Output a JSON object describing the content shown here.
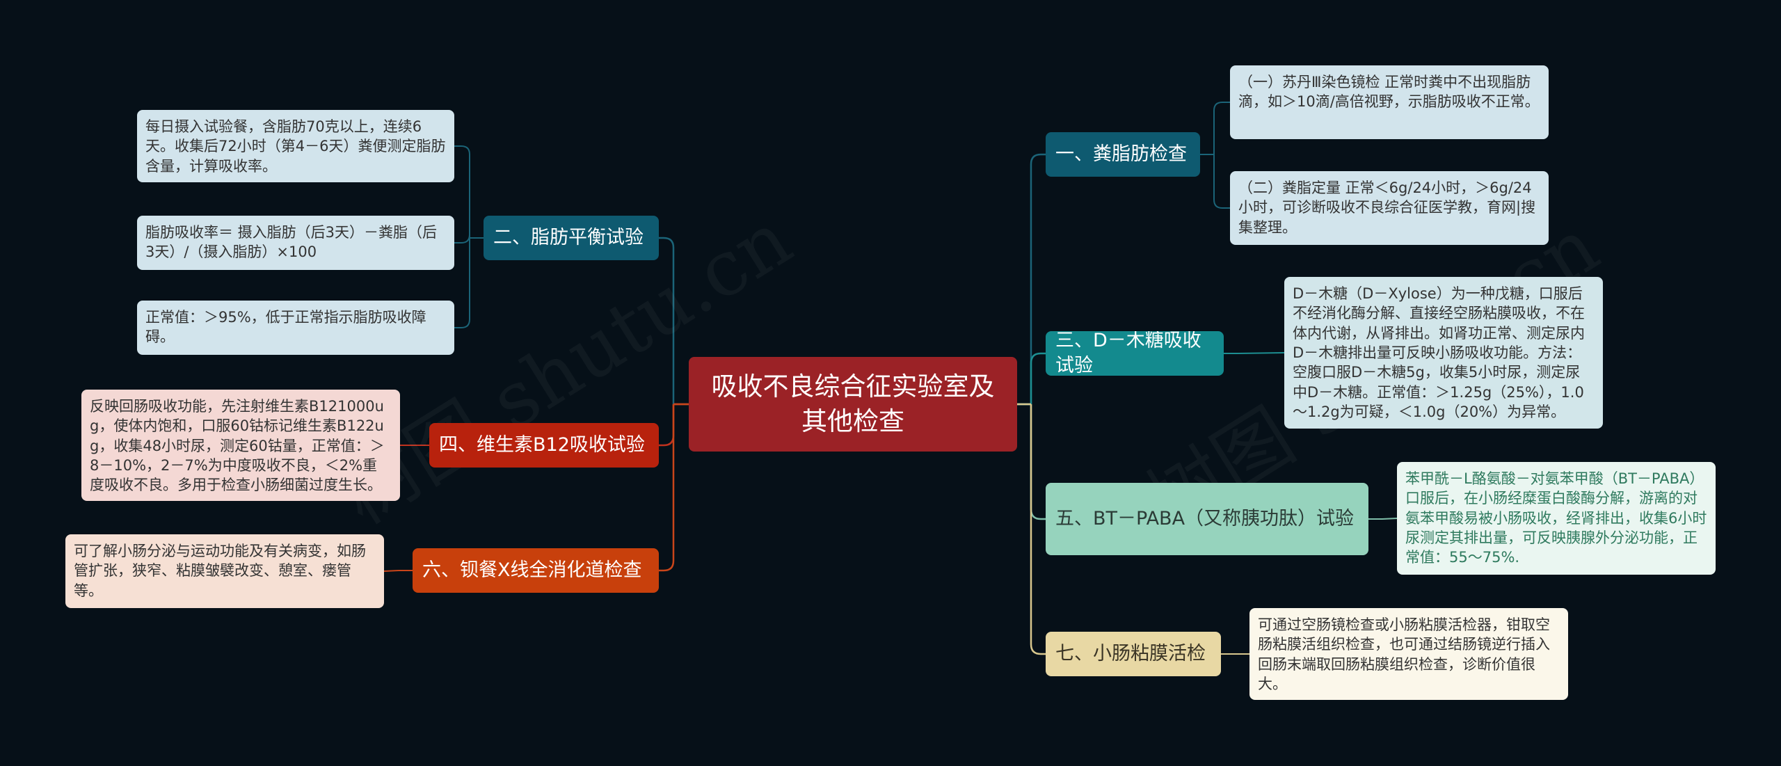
{
  "root": {
    "label": "吸收不良综合征实验室及其他检查"
  },
  "branches": [
    {
      "id": "b1",
      "label": "一、粪脂肪检查",
      "leaves": [
        {
          "text": "（一）苏丹Ⅲ染色镜检 正常时粪中不出现脂肪滴，如＞10滴/高倍视野，示脂肪吸收不正常。"
        },
        {
          "text": "（二）粪脂定量 正常＜6g/24小时，＞6g/24小时，可诊断吸收不良综合征医学教，育网|搜集整理。"
        }
      ]
    },
    {
      "id": "b3",
      "label": "三、D－木糖吸收试验",
      "leaves": [
        {
          "text": "D－木糖（D－Xylose）为一种戊糖，口服后不经消化酶分解、直接经空肠粘膜吸收，不在体内代谢，从肾排出。如肾功正常、测定尿内D－木糖排出量可反映小肠吸收功能。方法：空腹口服D－木糖5g，收集5小时尿，测定尿中D－木糖。正常值：＞1.25g（25%），1.0～1.2g为可疑，＜1.0g（20%）为异常。"
        }
      ]
    },
    {
      "id": "b5",
      "label": "五、BT－PABA（又称胰功肽）试验",
      "leaves": [
        {
          "text": "苯甲酰－L酪氨酸－对氨苯甲酸（BT－PABA）口服后，在小肠经糜蛋白酸酶分解，游离的对氨苯甲酸易被小肠吸收，经肾排出，收集6小时尿测定其排出量，可反映胰腺外分泌功能，正常值：55～75%."
        }
      ]
    },
    {
      "id": "b7",
      "label": "七、小肠粘膜活检",
      "leaves": [
        {
          "text": "可通过空肠镜检查或小肠粘膜活检器，钳取空肠粘膜活组织检查，也可通过结肠镜逆行插入回肠末端取回肠粘膜组织检查，诊断价值很大。"
        }
      ]
    },
    {
      "id": "b2",
      "label": "二、脂肪平衡试验",
      "leaves": [
        {
          "text": "每日摄入试验餐，含脂肪70克以上，连续6天。收集后72小时（第4－6天）粪便测定脂肪含量，计算吸收率。"
        },
        {
          "text": "脂肪吸收率＝ 摄入脂肪（后3天）－粪脂（后3天）/（摄入脂肪）×100"
        },
        {
          "text": "正常值：＞95%，低于正常指示脂肪吸收障碍。"
        }
      ]
    },
    {
      "id": "b4",
      "label": "四、维生素B12吸收试验",
      "leaves": [
        {
          "text": "反映回肠吸收功能，先注射维生素B121000ug，使体内饱和，口服60钴标记维生素B122ug，收集48小时尿，测定60钴量，正常值：＞8－10%，2－7%为中度吸收不良，＜2%重度吸收不良。多用于检查小肠细菌过度生长。"
        }
      ]
    },
    {
      "id": "b6",
      "label": "六、钡餐X线全消化道检查",
      "leaves": [
        {
          "text": "可了解小肠分泌与运动功能及有关病变，如肠管扩张，狭窄、粘膜皱襞改变、憩室、瘘管等。"
        }
      ]
    }
  ],
  "watermark": {
    "left": "树图 shutu.cn",
    "right": "树图 shutu.cn"
  },
  "colors": {
    "b1": {
      "branch": "#0e5a70",
      "branchText": "#ffffff",
      "leaf": "#d2e4ec",
      "leafText": "#333333",
      "line": "#1b6478"
    },
    "b3": {
      "branch": "#138a8e",
      "branchText": "#ffffff",
      "leaf": "#d2e6ea",
      "leafText": "#333333",
      "line": "#1d8f92"
    },
    "b5": {
      "branch": "#96d3bd",
      "branchText": "#2b3b36",
      "leaf": "#eaf6f1",
      "leafText": "#2f7a5e",
      "line": "#7fbfa9"
    },
    "b7": {
      "branch": "#e8d8a4",
      "branchText": "#3a3425",
      "leaf": "#fbf7ea",
      "leafText": "#333333",
      "line": "#d9c88e"
    },
    "b2": {
      "branch": "#0e5a70",
      "branchText": "#ffffff",
      "leaf": "#d2e4ec",
      "leafText": "#333333",
      "line": "#1b6478"
    },
    "b4": {
      "branch": "#b8220d",
      "branchText": "#ffffff",
      "leaf": "#f4d8d4",
      "leafText": "#333333",
      "line": "#c0321e"
    },
    "b6": {
      "branch": "#c8400c",
      "branchText": "#ffffff",
      "leaf": "#f6e0d4",
      "leafText": "#333333",
      "line": "#c9451a"
    }
  }
}
